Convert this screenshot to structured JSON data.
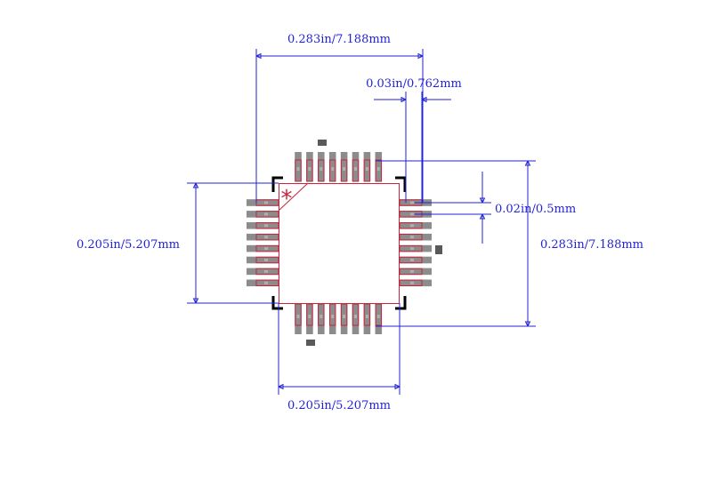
{
  "colors": {
    "dimension": "#2323d6",
    "pad_fill": "#8c8c8c",
    "pad_outline": "#c8243c",
    "body_corner": "#000000",
    "pin1_marker": "#c8243c",
    "fiducial": "#595959"
  },
  "dimensions": {
    "top_overall_width": "0.283in/7.188mm",
    "pad_width": "0.03in/0.762mm",
    "pitch": "0.02in/0.5mm",
    "right_overall_height": "0.283in/7.188mm",
    "left_body_height": "0.205in/5.207mm",
    "bottom_body_width": "0.205in/5.207mm"
  },
  "footprint": {
    "pins_per_side": 8,
    "pin1_marker": "*"
  }
}
